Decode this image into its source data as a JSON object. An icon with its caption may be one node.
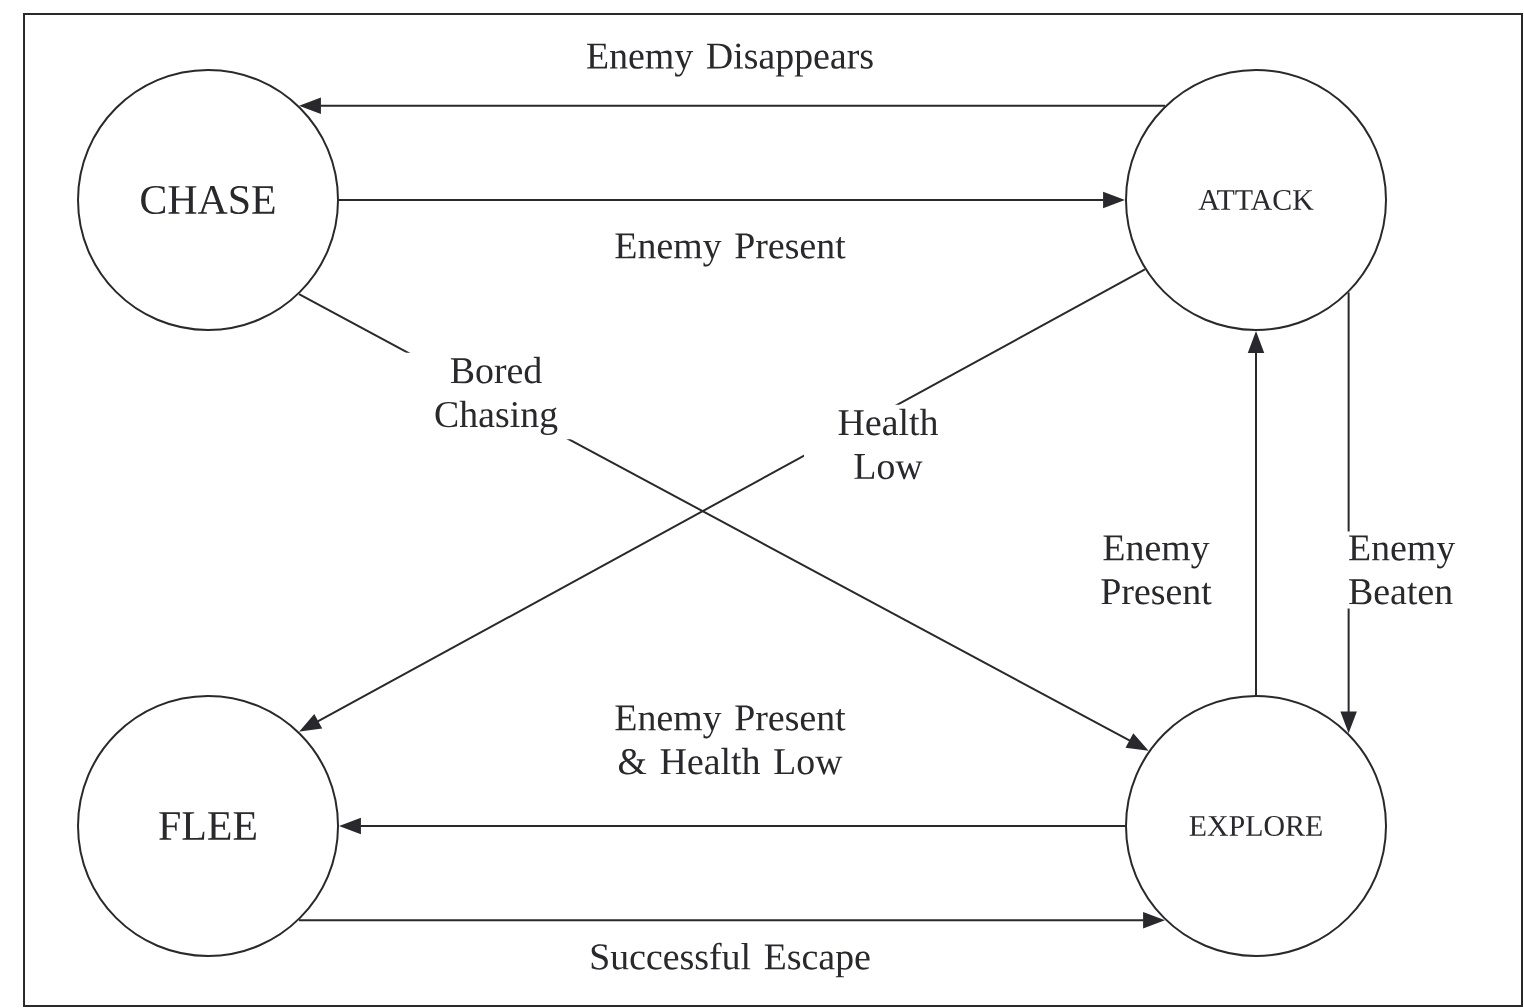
{
  "diagram": {
    "nodes": [
      {
        "text": [
          "CHASE"
        ]
      },
      {
        "text": [
          "ATTACK"
        ]
      },
      {
        "text": [
          "FLEE"
        ]
      },
      {
        "text": [
          "EXPLORE"
        ]
      }
    ],
    "edges": [
      {
        "from": 1,
        "to": 0,
        "arrow": "to",
        "label": "Enemy Disappears"
      },
      {
        "from": 0,
        "to": 1,
        "arrow": "to",
        "label": "Enemy Present"
      },
      {
        "from": 0,
        "to": 3,
        "arrow": "to",
        "label": "Bored Chasing"
      },
      {
        "from": 1,
        "to": 2,
        "arrow": "to",
        "label": "Health Low"
      },
      {
        "from": 3,
        "to": 1,
        "arrow": "to",
        "label": "Enemy Present"
      },
      {
        "from": 1,
        "to": 3,
        "arrow": "to",
        "label": "Enemy Beaten"
      },
      {
        "from": 3,
        "to": 2,
        "arrow": "to",
        "label": "Enemy Present & Health Low"
      },
      {
        "from": 2,
        "to": 3,
        "arrow": "to",
        "label": "Successful Escape"
      }
    ]
  }
}
